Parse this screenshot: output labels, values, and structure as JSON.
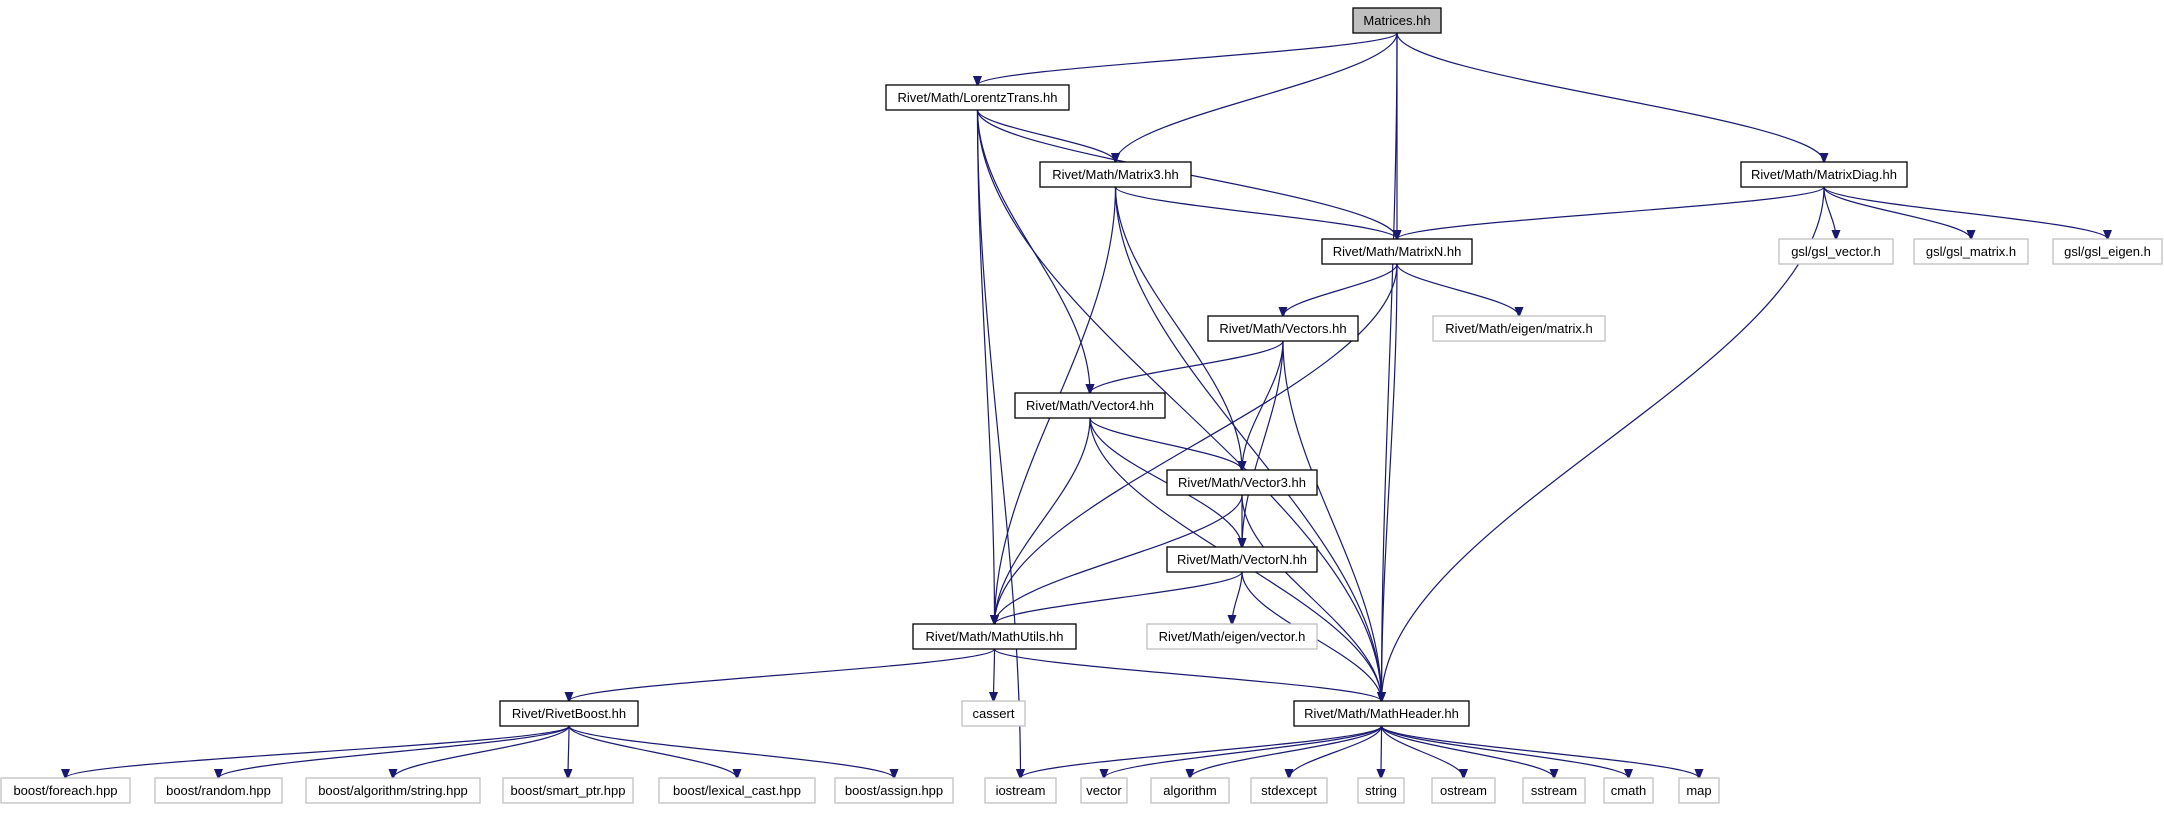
{
  "graph": {
    "nodes": [
      {
        "id": "matrices",
        "label": "Matrices.hh",
        "style": "root"
      },
      {
        "id": "lorentz",
        "label": "Rivet/Math/LorentzTrans.hh",
        "style": "normal"
      },
      {
        "id": "matrix3",
        "label": "Rivet/Math/Matrix3.hh",
        "style": "normal"
      },
      {
        "id": "matrixdiag",
        "label": "Rivet/Math/MatrixDiag.hh",
        "style": "normal"
      },
      {
        "id": "matrixn",
        "label": "Rivet/Math/MatrixN.hh",
        "style": "normal"
      },
      {
        "id": "gsl_vector",
        "label": "gsl/gsl_vector.h",
        "style": "external"
      },
      {
        "id": "gsl_matrix",
        "label": "gsl/gsl_matrix.h",
        "style": "external"
      },
      {
        "id": "gsl_eigen",
        "label": "gsl/gsl_eigen.h",
        "style": "external"
      },
      {
        "id": "vectors",
        "label": "Rivet/Math/Vectors.hh",
        "style": "normal"
      },
      {
        "id": "eigen_matrix",
        "label": "Rivet/Math/eigen/matrix.h",
        "style": "external"
      },
      {
        "id": "vector4",
        "label": "Rivet/Math/Vector4.hh",
        "style": "normal"
      },
      {
        "id": "vector3",
        "label": "Rivet/Math/Vector3.hh",
        "style": "normal"
      },
      {
        "id": "vectorn",
        "label": "Rivet/Math/VectorN.hh",
        "style": "normal"
      },
      {
        "id": "eigen_vector",
        "label": "Rivet/Math/eigen/vector.h",
        "style": "external"
      },
      {
        "id": "mathutils",
        "label": "Rivet/Math/MathUtils.hh",
        "style": "normal"
      },
      {
        "id": "cassert",
        "label": "cassert",
        "style": "external"
      },
      {
        "id": "rivetboost",
        "label": "Rivet/RivetBoost.hh",
        "style": "normal"
      },
      {
        "id": "mathheader",
        "label": "Rivet/Math/MathHeader.hh",
        "style": "normal"
      },
      {
        "id": "boost_foreach",
        "label": "boost/foreach.hpp",
        "style": "external"
      },
      {
        "id": "boost_random",
        "label": "boost/random.hpp",
        "style": "external"
      },
      {
        "id": "boost_algo",
        "label": "boost/algorithm/string.hpp",
        "style": "external"
      },
      {
        "id": "boost_smartptr",
        "label": "boost/smart_ptr.hpp",
        "style": "external"
      },
      {
        "id": "boost_lexical",
        "label": "boost/lexical_cast.hpp",
        "style": "external"
      },
      {
        "id": "boost_assign",
        "label": "boost/assign.hpp",
        "style": "external"
      },
      {
        "id": "iostream",
        "label": "iostream",
        "style": "external"
      },
      {
        "id": "vector",
        "label": "vector",
        "style": "external"
      },
      {
        "id": "algorithm",
        "label": "algorithm",
        "style": "external"
      },
      {
        "id": "stdexcept",
        "label": "stdexcept",
        "style": "external"
      },
      {
        "id": "string",
        "label": "string",
        "style": "external"
      },
      {
        "id": "ostream",
        "label": "ostream",
        "style": "external"
      },
      {
        "id": "sstream",
        "label": "sstream",
        "style": "external"
      },
      {
        "id": "cmath",
        "label": "cmath",
        "style": "external"
      },
      {
        "id": "map",
        "label": "map",
        "style": "external"
      }
    ],
    "edges": [
      [
        "matrices",
        "lorentz"
      ],
      [
        "matrices",
        "matrix3"
      ],
      [
        "matrices",
        "matrixn"
      ],
      [
        "matrices",
        "mathheader"
      ],
      [
        "matrices",
        "matrixdiag"
      ],
      [
        "lorentz",
        "matrix3"
      ],
      [
        "lorentz",
        "matrixn"
      ],
      [
        "lorentz",
        "vector4"
      ],
      [
        "lorentz",
        "mathutils"
      ],
      [
        "lorentz",
        "mathheader"
      ],
      [
        "lorentz",
        "iostream"
      ],
      [
        "matrix3",
        "matrixn"
      ],
      [
        "matrix3",
        "vector3"
      ],
      [
        "matrix3",
        "mathutils"
      ],
      [
        "matrix3",
        "mathheader"
      ],
      [
        "matrixdiag",
        "matrixn"
      ],
      [
        "matrixdiag",
        "gsl_vector"
      ],
      [
        "matrixdiag",
        "gsl_matrix"
      ],
      [
        "matrixdiag",
        "gsl_eigen"
      ],
      [
        "matrixdiag",
        "mathheader"
      ],
      [
        "matrixn",
        "vectors"
      ],
      [
        "matrixn",
        "eigen_matrix"
      ],
      [
        "matrixn",
        "mathutils"
      ],
      [
        "matrixn",
        "mathheader"
      ],
      [
        "vectors",
        "vector4"
      ],
      [
        "vectors",
        "vector3"
      ],
      [
        "vectors",
        "vectorn"
      ],
      [
        "vectors",
        "mathheader"
      ],
      [
        "vector4",
        "vector3"
      ],
      [
        "vector4",
        "vectorn"
      ],
      [
        "vector4",
        "mathutils"
      ],
      [
        "vector4",
        "mathheader"
      ],
      [
        "vector3",
        "vectorn"
      ],
      [
        "vector3",
        "mathutils"
      ],
      [
        "vector3",
        "mathheader"
      ],
      [
        "vectorn",
        "eigen_vector"
      ],
      [
        "vectorn",
        "mathutils"
      ],
      [
        "vectorn",
        "mathheader"
      ],
      [
        "mathutils",
        "cassert"
      ],
      [
        "mathutils",
        "rivetboost"
      ],
      [
        "mathutils",
        "mathheader"
      ],
      [
        "rivetboost",
        "boost_foreach"
      ],
      [
        "rivetboost",
        "boost_random"
      ],
      [
        "rivetboost",
        "boost_algo"
      ],
      [
        "rivetboost",
        "boost_smartptr"
      ],
      [
        "rivetboost",
        "boost_lexical"
      ],
      [
        "rivetboost",
        "boost_assign"
      ],
      [
        "mathheader",
        "iostream"
      ],
      [
        "mathheader",
        "vector"
      ],
      [
        "mathheader",
        "algorithm"
      ],
      [
        "mathheader",
        "stdexcept"
      ],
      [
        "mathheader",
        "string"
      ],
      [
        "mathheader",
        "ostream"
      ],
      [
        "mathheader",
        "sstream"
      ],
      [
        "mathheader",
        "cmath"
      ],
      [
        "mathheader",
        "map"
      ]
    ]
  },
  "colors": {
    "edge": "#191970",
    "root_fill": "#bfbfbf",
    "root_border": "#000000",
    "normal_border": "#000000",
    "external_border": "#bfbfbf",
    "text": "#000000"
  }
}
